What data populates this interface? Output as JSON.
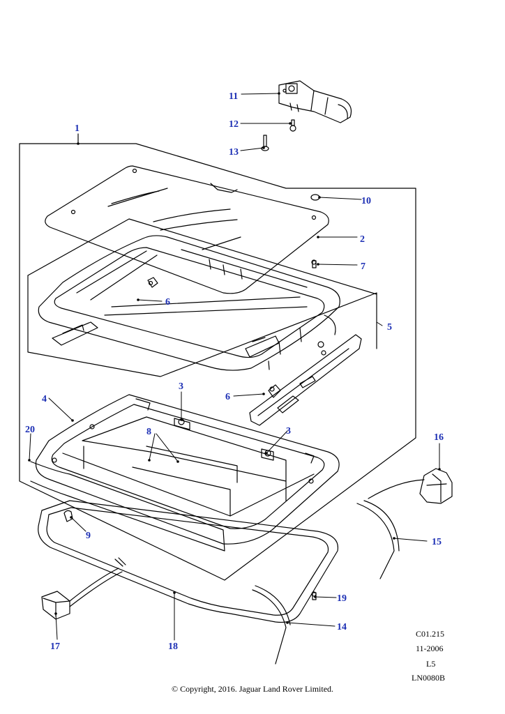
{
  "callouts": {
    "c1": "1",
    "c2": "2",
    "c3a": "3",
    "c3b": "3",
    "c4": "4",
    "c5": "5",
    "c6a": "6",
    "c6b": "6",
    "c7": "7",
    "c8": "8",
    "c9": "9",
    "c10": "10",
    "c11": "11",
    "c12": "12",
    "c13": "13",
    "c14": "14",
    "c15": "15",
    "c16": "16",
    "c17": "17",
    "c18": "18",
    "c19": "19",
    "c20": "20"
  },
  "meta": {
    "ref": "C01.215",
    "date": "11-2006",
    "level": "L5",
    "code": "LN0080B"
  },
  "copyright": "© Copyright, 2016. Jaguar Land Rover Limited.",
  "colors": {
    "callout": "#1c2fb4",
    "line": "#000000"
  }
}
